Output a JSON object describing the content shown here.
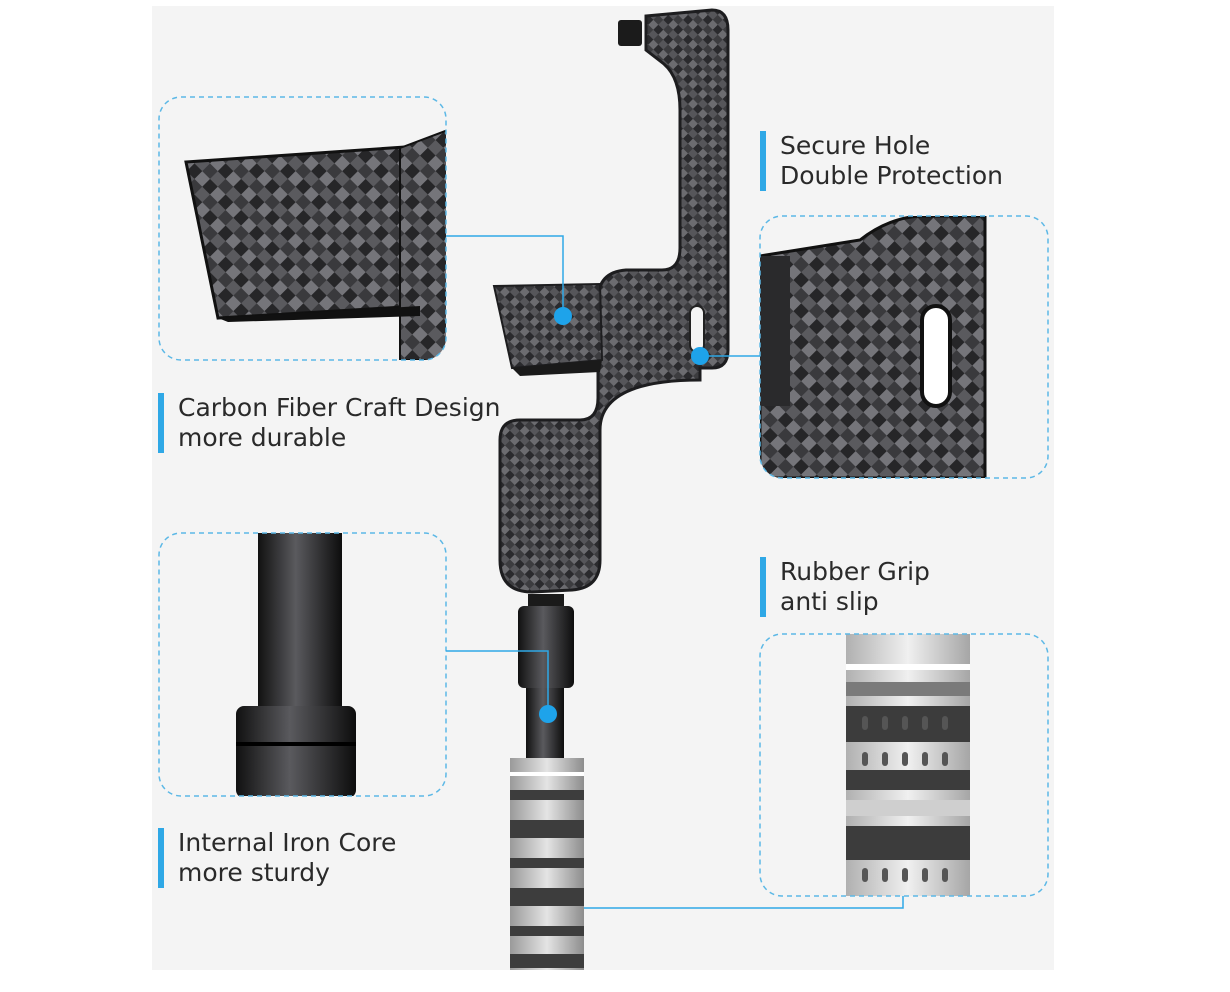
{
  "accent_color": "#2fa8e6",
  "callouts": {
    "secure_hole": {
      "line1": "Secure Hole",
      "line2": "Double Protection"
    },
    "carbon_fiber": {
      "line1": "Carbon Fiber Craft Design",
      "line2": "more durable"
    },
    "rubber_grip": {
      "line1": "Rubber Grip",
      "line2": "anti slip"
    },
    "iron_core": {
      "line1": "Internal Iron Core",
      "line2": "more sturdy"
    }
  }
}
